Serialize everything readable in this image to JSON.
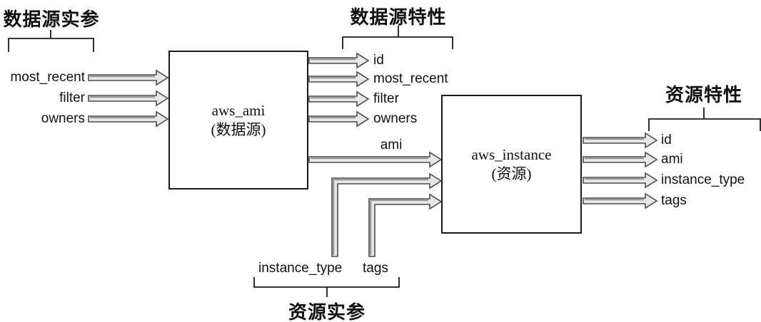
{
  "groups": {
    "datasource_args": {
      "label": "数据源实参"
    },
    "datasource_attrs": {
      "label": "数据源特性"
    },
    "resource_args": {
      "label": "资源实参"
    },
    "resource_attrs": {
      "label": "资源特性"
    }
  },
  "nodes": {
    "aws_ami": {
      "title": "aws_ami",
      "subtitle": "(数据源)",
      "inputs": [
        "most_recent",
        "filter",
        "owners"
      ],
      "outputs": [
        "id",
        "most_recent",
        "filter",
        "owners"
      ]
    },
    "aws_instance": {
      "title": "aws_instance",
      "subtitle": "(资源)",
      "inputs": [
        "ami",
        "instance_type",
        "tags"
      ],
      "outputs": [
        "id",
        "ami",
        "instance_type",
        "tags"
      ]
    }
  },
  "edges": {
    "ami": "ami"
  },
  "colors": {
    "arrow_fill": "#e7e7e7",
    "arrow_stroke": "#4d4d4d",
    "arrow_shadow": "#9a9a9a",
    "line": "#1a1a1a",
    "background": "#ffffff"
  }
}
